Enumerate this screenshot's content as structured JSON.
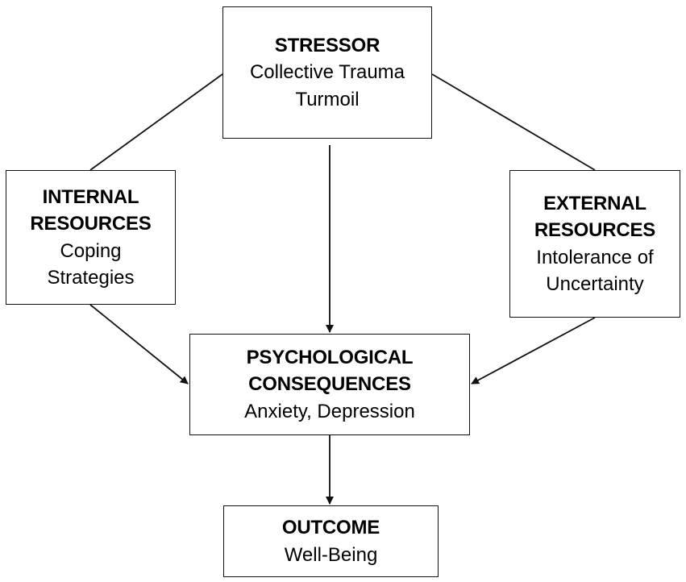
{
  "nodes": {
    "stressor": {
      "title": "STRESSOR",
      "lines": [
        "Collective Trauma",
        "Turmoil"
      ]
    },
    "internal": {
      "title_lines": [
        "INTERNAL",
        "RESOURCES"
      ],
      "lines": [
        "Coping",
        "Strategies"
      ]
    },
    "external": {
      "title_lines": [
        "EXTERNAL",
        "RESOURCES"
      ],
      "lines": [
        "Intolerance of",
        "Uncertainty"
      ]
    },
    "psych": {
      "title_lines": [
        "PSYCHOLOGICAL",
        "CONSEQUENCES"
      ],
      "lines": [
        "Anxiety, Depression"
      ]
    },
    "outcome": {
      "title": "OUTCOME",
      "lines": [
        "Well-Being"
      ]
    }
  },
  "edges": [
    {
      "from": "stressor",
      "to": "internal",
      "arrow": false
    },
    {
      "from": "stressor",
      "to": "external",
      "arrow": false
    },
    {
      "from": "stressor",
      "to": "psych",
      "arrow": true
    },
    {
      "from": "internal",
      "to": "psych",
      "arrow": true
    },
    {
      "from": "external",
      "to": "psych",
      "arrow": true
    },
    {
      "from": "psych",
      "to": "outcome",
      "arrow": true
    }
  ]
}
